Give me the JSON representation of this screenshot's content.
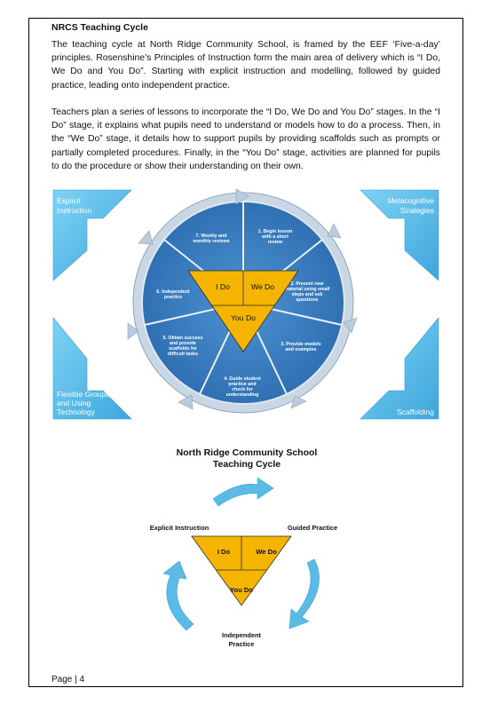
{
  "heading": "NRCS Teaching Cycle",
  "paragraphs": [
    "The teaching cycle at North Ridge Community School, is framed by the EEF ‘Five-a-day’ principles.  Rosenshine’s Principles of Instruction form the main area of delivery which is “I Do, We Do and You Do”.  Starting with explicit instruction and modelling, followed by guided practice, leading onto independent practice.",
    "Teachers plan a series of lessons to incorporate the “I Do, We Do and You Do” stages.  In the “I Do” stage, it explains what pupils need to understand or models how to do a process.  Then, in the “We Do” stage, it details how to support pupils by providing scaffolds such as prompts or partially completed procedures.  Finally, in the “You Do” stage, activities are planned for pupils to do the procedure or show their understanding on their own."
  ],
  "diagram1": {
    "corners": {
      "top_left": [
        "Explicit",
        "Instruction"
      ],
      "top_right": [
        "Metacognitive",
        "Strategies"
      ],
      "bottom_left": [
        "Flexible Grouping",
        "and Using",
        "Technology"
      ],
      "bottom_right": [
        "Scaffolding"
      ]
    },
    "steps": [
      [
        "1. Begin lesson",
        "with a short",
        "review"
      ],
      [
        "2. Present new",
        "material using small",
        "steps and ask",
        "questions"
      ],
      [
        "3. Provide models",
        "and examples"
      ],
      [
        "4. Guide student",
        "practice and",
        "check for",
        "understanding"
      ],
      [
        "5. Obtain success",
        "and provide",
        "scaffolds for",
        "difficult tasks"
      ],
      [
        "6. Independent",
        "practice"
      ],
      [
        "7. Weekly and",
        "monthly reviews"
      ]
    ],
    "triangle": {
      "i_do": "I Do",
      "we_do": "We Do",
      "you_do": "You Do"
    },
    "colors": {
      "wheel": "#3a7fc1",
      "rim": "#9fb6cc",
      "triangle": "#f5b400",
      "corner": "#6cc5ec"
    }
  },
  "diagram2": {
    "title": [
      "North Ridge Community School",
      "Teaching Cycle"
    ],
    "explicit_instruction": "Explicit Instruction",
    "guided_practice": "Guided Practice",
    "independent_practice": [
      "Independent",
      "Practice"
    ],
    "triangle": {
      "i_do": "I Do",
      "we_do": "We Do",
      "you_do": "You Do"
    },
    "colors": {
      "arrow": "#5bbbe6",
      "triangle": "#f5b400"
    }
  },
  "footer": "Page | 4"
}
